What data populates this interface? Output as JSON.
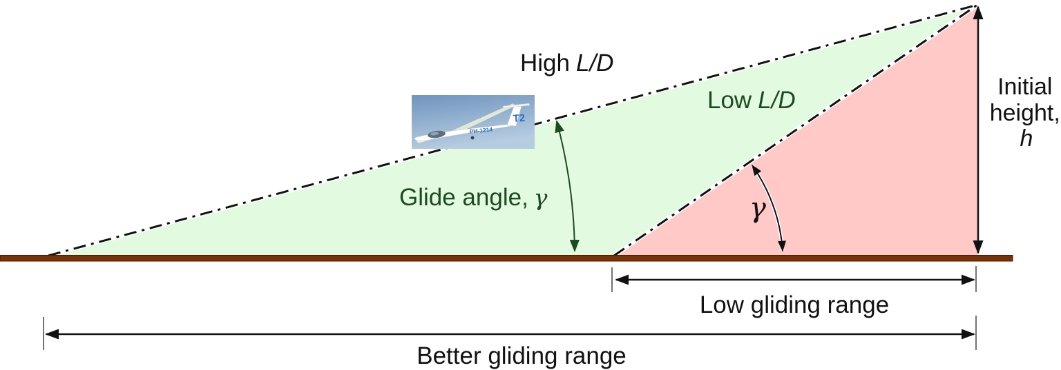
{
  "diagram": {
    "labels": {
      "high_prefix": "High",
      "low_prefix": "Low",
      "ld_ratio": "L/D",
      "glide_angle_prefix": "Glide angle,",
      "gamma": "γ",
      "initial_height_line1": "Initial",
      "initial_height_line2": "height,",
      "initial_height_symbol": "h",
      "low_gliding_range": "Low gliding range",
      "better_gliding_range": "Better gliding range"
    },
    "glider": {
      "tail_code": "T2",
      "registration": "PH-1214"
    },
    "colors": {
      "high_ld_fill": "#e2fadf",
      "low_ld_fill": "#ffc9c7",
      "ground": "#7b3108",
      "ground_edge": "#471c04",
      "green_text": "#1d4a21",
      "line": "#111111",
      "sky_top": "#6f94bf",
      "sky_bottom": "#b6cde1",
      "glider_blue": "#2f6fc1"
    }
  }
}
